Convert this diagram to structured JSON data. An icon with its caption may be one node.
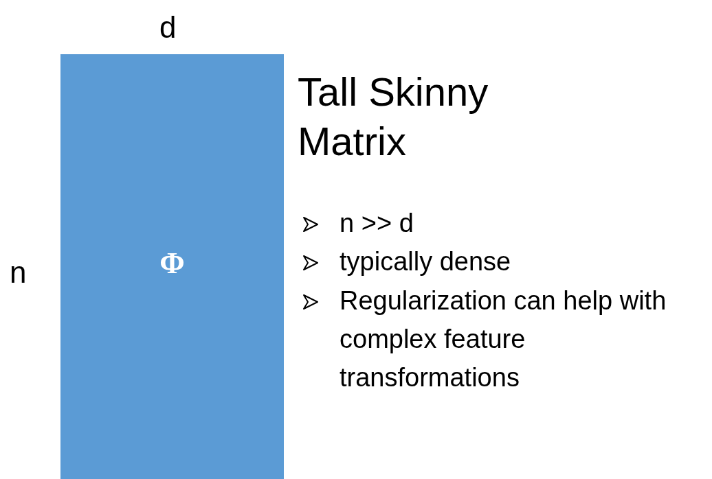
{
  "diagram": {
    "title": "Tall Skinny Matrix",
    "nodes": [
      {
        "text": [
          "Φ"
        ]
      }
    ],
    "edges": [],
    "labels": [
      "d",
      "n",
      "n >> d",
      "typically dense",
      "Regularization can help with complex feature transformations"
    ]
  }
}
